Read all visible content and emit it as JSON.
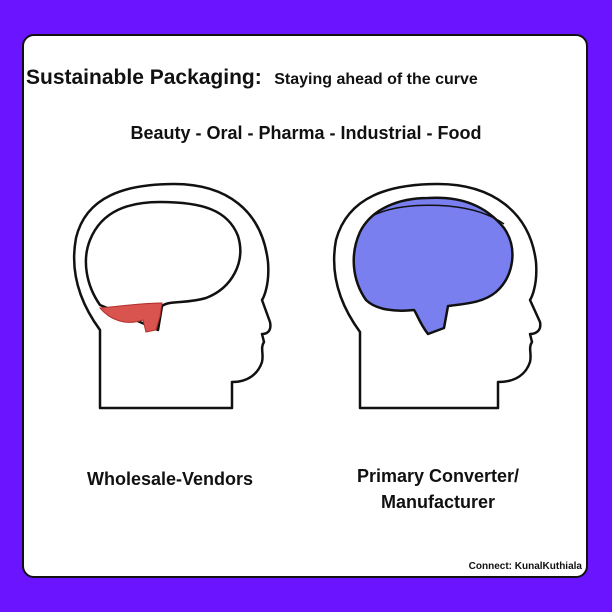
{
  "title": {
    "main": "Sustainable Packaging:",
    "sub": "Staying ahead of the curve"
  },
  "segments_line": "Beauty - Oral - Pharma - Industrial - Food",
  "heads": {
    "left": {
      "caption": "Wholesale-Vendors",
      "brain_fill": "#d9534f"
    },
    "right": {
      "caption_line1": "Primary Converter/",
      "caption_line2": "Manufacturer",
      "brain_fill": "#7a7ff0"
    }
  },
  "credit": "Connect: KunalKuthiala",
  "colors": {
    "background": "#6a14ff",
    "panel": "#ffffff",
    "ink": "#111111"
  }
}
